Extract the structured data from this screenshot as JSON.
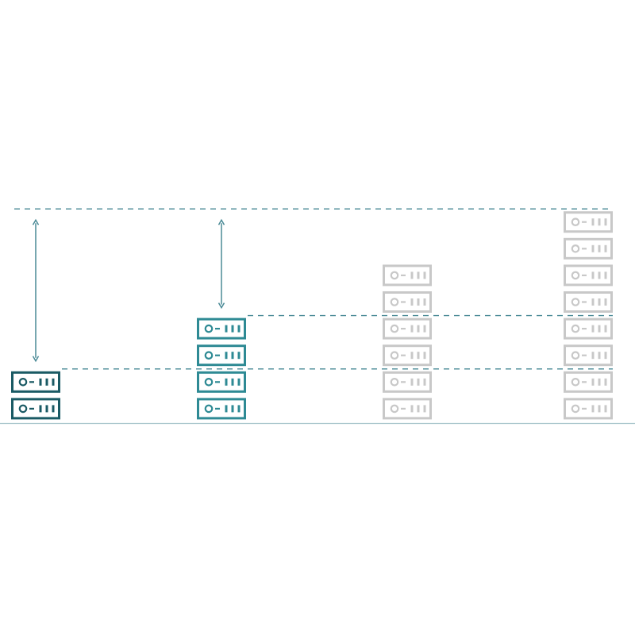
{
  "colors": {
    "dark_teal": "#1a5a64",
    "teal": "#2e8a94",
    "gray": "#c8c8c8",
    "dash_line": "#4a8a96",
    "arrow": "#4a8a96",
    "baseline": "#a9c6cc"
  },
  "stacks": [
    {
      "name": "stack-2-servers",
      "count": 2,
      "color": "dark_teal"
    },
    {
      "name": "stack-4-servers",
      "count": 4,
      "color": "teal"
    },
    {
      "name": "stack-6-servers",
      "count": 6,
      "color": "gray"
    },
    {
      "name": "stack-8-servers",
      "count": 8,
      "color": "gray"
    }
  ],
  "levels": [
    {
      "name": "level-2",
      "servers": 2
    },
    {
      "name": "level-4",
      "servers": 4
    },
    {
      "name": "level-8",
      "servers": 8
    }
  ],
  "arrows": [
    {
      "name": "gap-arrow-stack-1",
      "stack": 0,
      "from_servers": 2,
      "to_servers": 8
    },
    {
      "name": "gap-arrow-stack-2",
      "stack": 1,
      "from_servers": 4,
      "to_servers": 8
    }
  ],
  "icons": {
    "server": "server-icon",
    "arrow": "double-headed-arrow-icon"
  }
}
